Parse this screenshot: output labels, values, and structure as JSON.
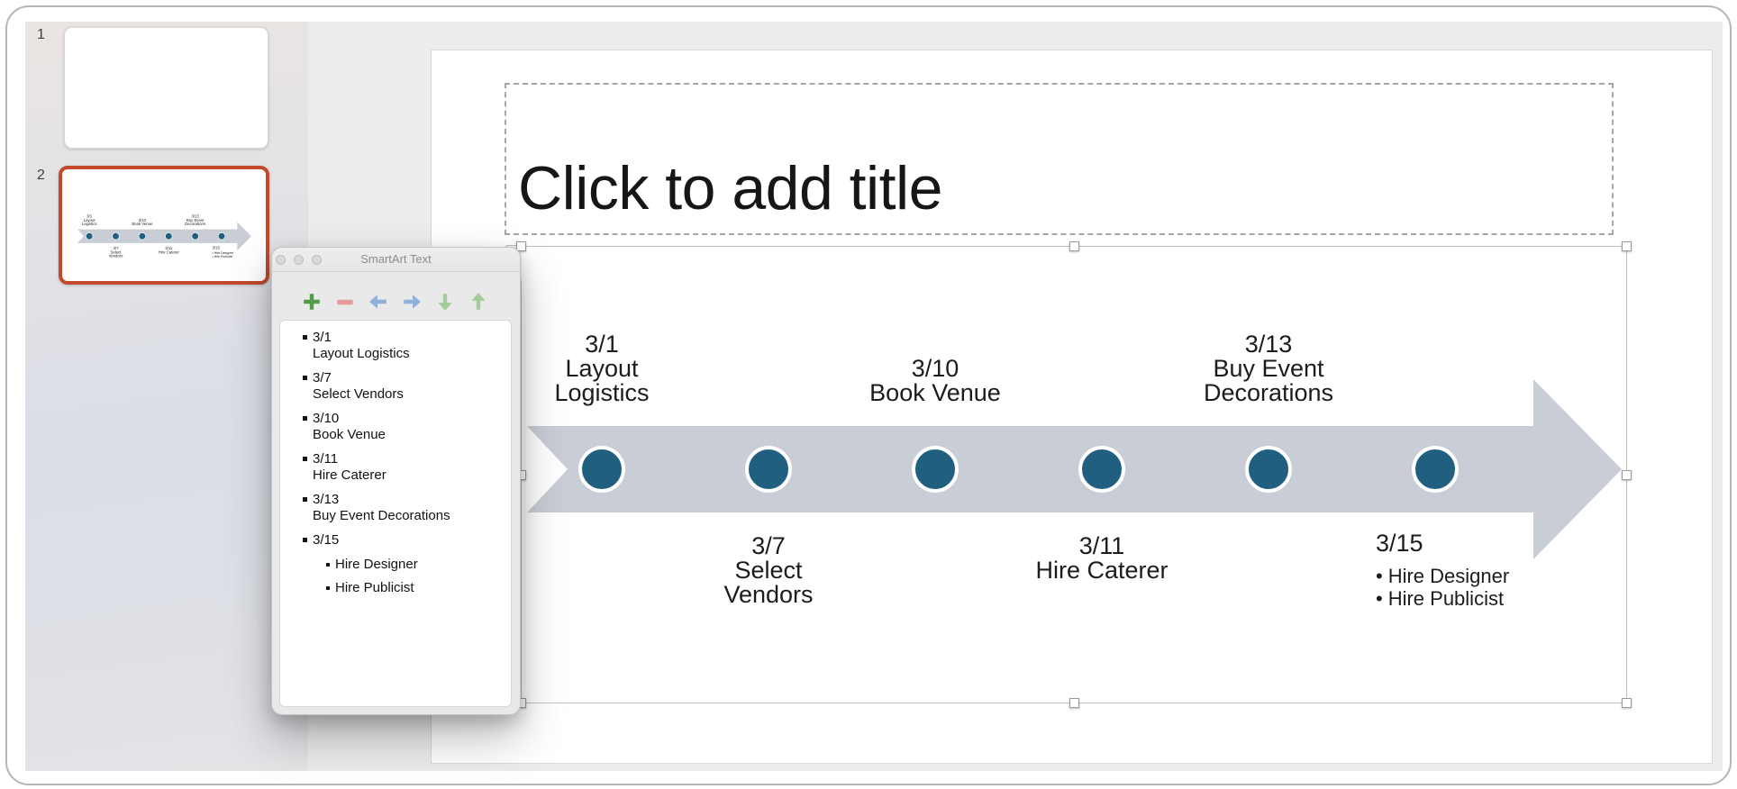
{
  "sidebar": {
    "slides": [
      {
        "number": "1",
        "selected": false
      },
      {
        "number": "2",
        "selected": true
      }
    ]
  },
  "slide": {
    "title_placeholder": "Click to add title"
  },
  "smartart_panel": {
    "title": "SmartArt Text",
    "toolbar_icons": [
      "plus",
      "minus",
      "arrow-left",
      "arrow-right",
      "arrow-down",
      "arrow-up"
    ],
    "items": [
      {
        "date": "3/1",
        "text": "Layout Logistics"
      },
      {
        "date": "3/7",
        "text": "Select Vendors"
      },
      {
        "date": "3/10",
        "text": "Book Venue"
      },
      {
        "date": "3/11",
        "text": "Hire Caterer"
      },
      {
        "date": "3/13",
        "text": "Buy Event Decorations"
      },
      {
        "date": "3/15",
        "text": "",
        "children": [
          "Hire Designer",
          "Hire Publicist"
        ]
      }
    ]
  },
  "timeline": {
    "milestones": [
      {
        "date": "3/1",
        "lines": [
          "Layout",
          "Logistics"
        ],
        "side": "above"
      },
      {
        "date": "3/7",
        "lines": [
          "Select",
          "Vendors"
        ],
        "side": "below"
      },
      {
        "date": "3/10",
        "lines": [
          "Book Venue"
        ],
        "side": "above"
      },
      {
        "date": "3/11",
        "lines": [
          "Hire Caterer"
        ],
        "side": "below"
      },
      {
        "date": "3/13",
        "lines": [
          "Buy Event",
          "Decorations"
        ],
        "side": "above"
      },
      {
        "date": "3/15",
        "bullets": [
          "Hire Designer",
          "Hire Publicist"
        ],
        "side": "below"
      }
    ],
    "colors": {
      "band": "#c9cdd5",
      "dot_fill": "#215f80",
      "dot_ring": "#ffffff",
      "selected_slide_border": "#c14a2e",
      "icon_plus": "#4f9d49",
      "icon_minus": "#e59a9b",
      "icon_blue_arrow": "#8fb0d9",
      "icon_green_arrow": "#a4cb9b"
    }
  }
}
